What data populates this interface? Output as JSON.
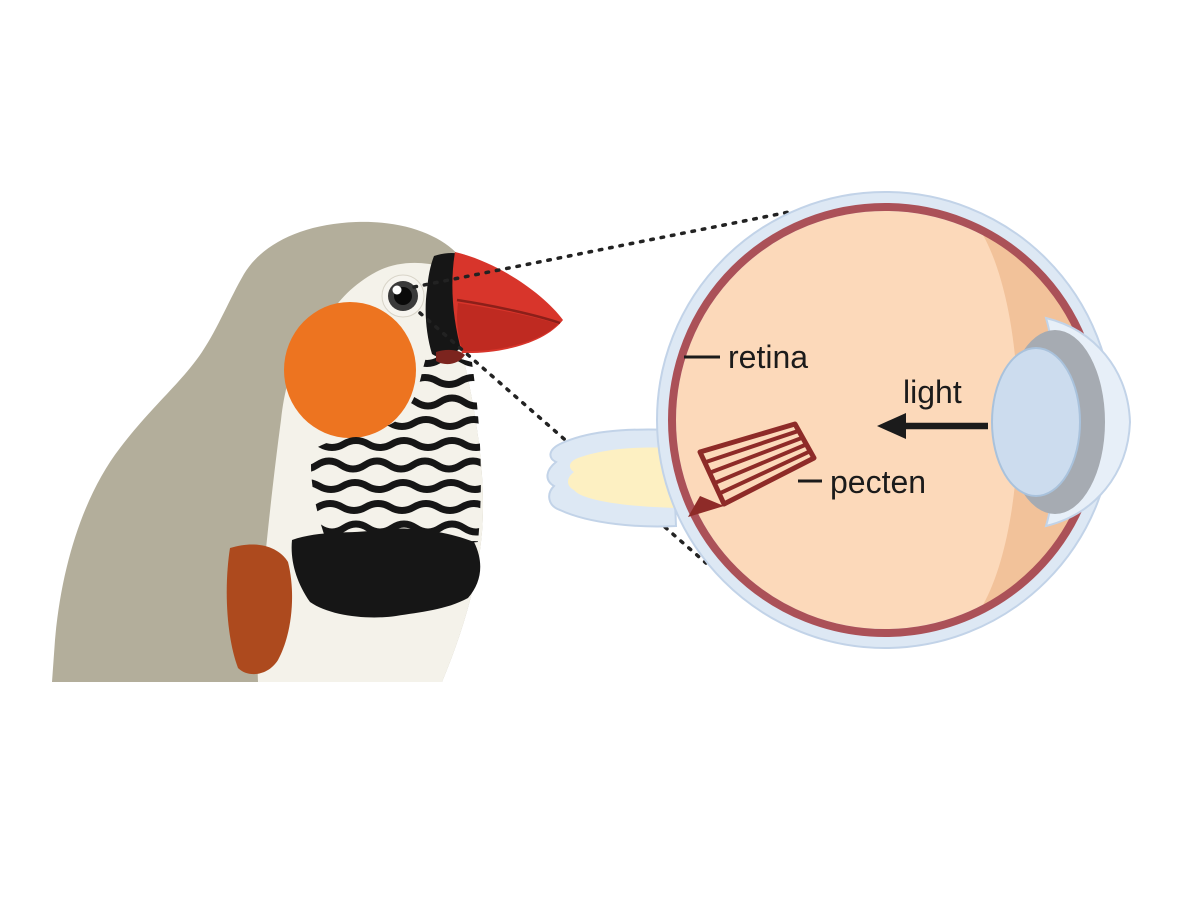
{
  "figure": {
    "description": "Zebra finch head with magnified cross-section of the avian eye",
    "labels": {
      "retina": "retina",
      "light": "light",
      "pecten": "pecten"
    },
    "colors": {
      "text": "#1b1b1b",
      "background": "#ffffff",
      "bird_head": "#b3ae9b",
      "bird_white": "#f4f2ea",
      "bird_cheek": "#ed7420",
      "bird_beak": "#d8352b",
      "bird_beak_shade": "#bf2a21",
      "bird_black": "#161616",
      "bird_chestnut": "#ad4a1e",
      "bird_chin": "#7c241e",
      "eye_sclera": "#dde8f4",
      "eye_outline": "#c2d3e8",
      "eye_choroid": "#ab5158",
      "eye_interior": "#fcd9ba",
      "eye_interior_shade": "#f2c29a",
      "lens": "#ccdcee",
      "lens_outline": "#a9c2dc",
      "cornea": "#e7eff8",
      "iris_gray": "#a6abb2",
      "optic_nerve": "#fdf0c2",
      "pecten": "#8e2b28"
    }
  }
}
